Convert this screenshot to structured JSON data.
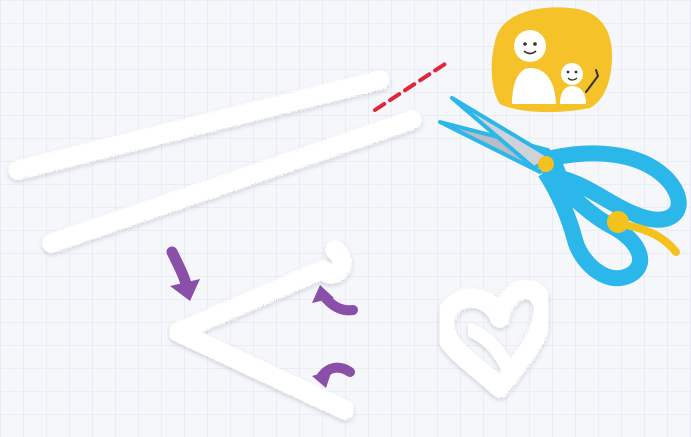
{
  "scene": {
    "background_color": "#f6f7fb",
    "grid_color": "#dfe3ee",
    "pipe_cleaner_color": "#ffffff",
    "arrow_color": "#8a4fa8",
    "cut_line_color": "#e0263a",
    "badge_color": "#f6c22a",
    "scissors_blade_color": "#b9bcc4",
    "scissors_handle_color": "#2bb7ea",
    "pivot_color": "#f4c21c",
    "icons": [
      "pipe-cleaner",
      "cut-line",
      "scissors-icon",
      "family-badge-icon",
      "arrow-icon",
      "heart-shape"
    ]
  }
}
